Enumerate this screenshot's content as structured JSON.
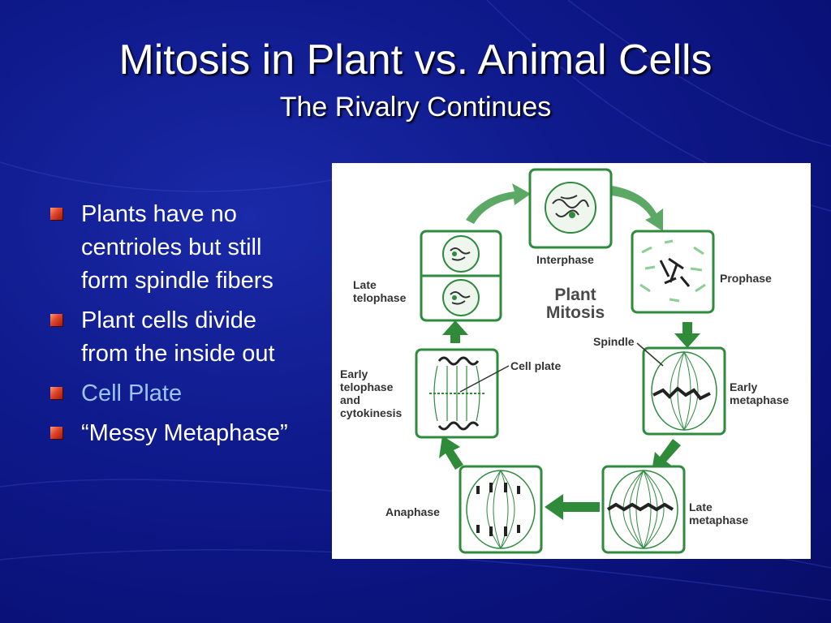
{
  "slide": {
    "title": "Mitosis in Plant vs. Animal Cells",
    "subtitle": "The Rivalry Continues",
    "bullets": [
      {
        "text": "Plants have no centrioles but still form spindle fibers",
        "highlight": false
      },
      {
        "text": "Plant cells divide from the inside out",
        "highlight": false
      },
      {
        "text": "Cell Plate",
        "highlight": true
      },
      {
        "text": "“Messy Metaphase”",
        "highlight": false
      }
    ]
  },
  "diagram": {
    "center_title_line1": "Plant",
    "center_title_line2": "Mitosis",
    "labels": {
      "interphase": "Interphase",
      "prophase": "Prophase",
      "spindle": "Spindle",
      "early_metaphase_1": "Early",
      "early_metaphase_2": "metaphase",
      "late_metaphase_1": "Late",
      "late_metaphase_2": "metaphase",
      "anaphase": "Anaphase",
      "cell_plate": "Cell plate",
      "early_telophase_1": "Early",
      "early_telophase_2": "telophase",
      "early_telophase_3": "and",
      "early_telophase_4": "cytokinesis",
      "late_telophase_1": "Late",
      "late_telophase_2": "telophase"
    },
    "colors": {
      "cell_outline": "#2e8b3e",
      "arrow": "#2f8a3a",
      "chromosome": "#222222"
    }
  }
}
